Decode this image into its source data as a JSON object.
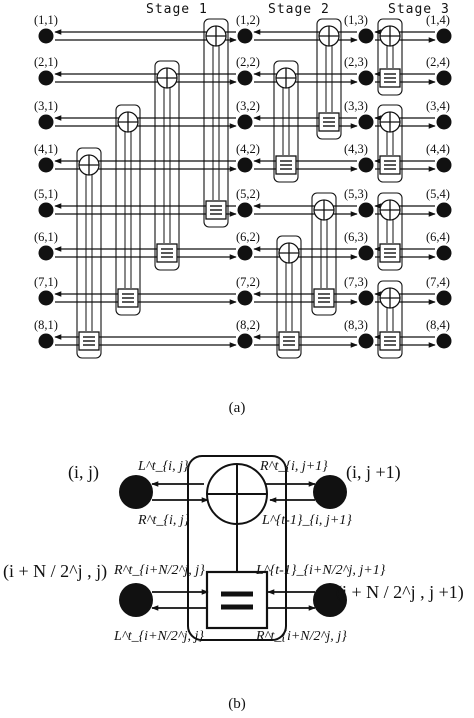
{
  "diagram_a": {
    "stage_labels": [
      "Stage 1",
      "Stage 2",
      "Stage 3"
    ],
    "node_labels": [
      [
        "(1,1)",
        "(2,1)",
        "(3,1)",
        "(4,1)",
        "(5,1)",
        "(6,1)",
        "(7,1)",
        "(8,1)"
      ],
      [
        "(1,2)",
        "(2,2)",
        "(3,2)",
        "(4,2)",
        "(5,2)",
        "(6,2)",
        "(7,2)",
        "(8,2)"
      ],
      [
        "(1,3)",
        "(2,3)",
        "(3,3)",
        "(4,3)",
        "(5,3)",
        "(6,3)",
        "(7,3)",
        "(8,3)"
      ],
      [
        "(1,4)",
        "(2,4)",
        "(3,4)",
        "(4,4)",
        "(5,4)",
        "(6,4)",
        "(7,4)",
        "(8,4)"
      ]
    ],
    "caption": "(a)"
  },
  "diagram_b": {
    "node_top_left": "(i, j)",
    "node_top_right": "(i, j +1)",
    "node_bottom_left": "(i + N / 2^j , j)",
    "node_bottom_right": "(i + N / 2^j , j +1)",
    "message_L_top": "L^t_{i, j}",
    "message_R_top": "R^t_{i, j}",
    "message_R_top_right": "R^t_{i, j+1}",
    "message_L_top_right": "L^{t-1}_{i, j+1}",
    "message_R_bottom_left": "R^t_{i+N/2^j, j}",
    "message_L_bottom_left": "L^t_{i+N/2^j, j}",
    "message_L_bottom_right": "L^{t-1}_{i+N/2^j, j+1}",
    "message_R_bottom_right": "R^t_{i+N/2^j, j}",
    "caption": "(b)"
  }
}
